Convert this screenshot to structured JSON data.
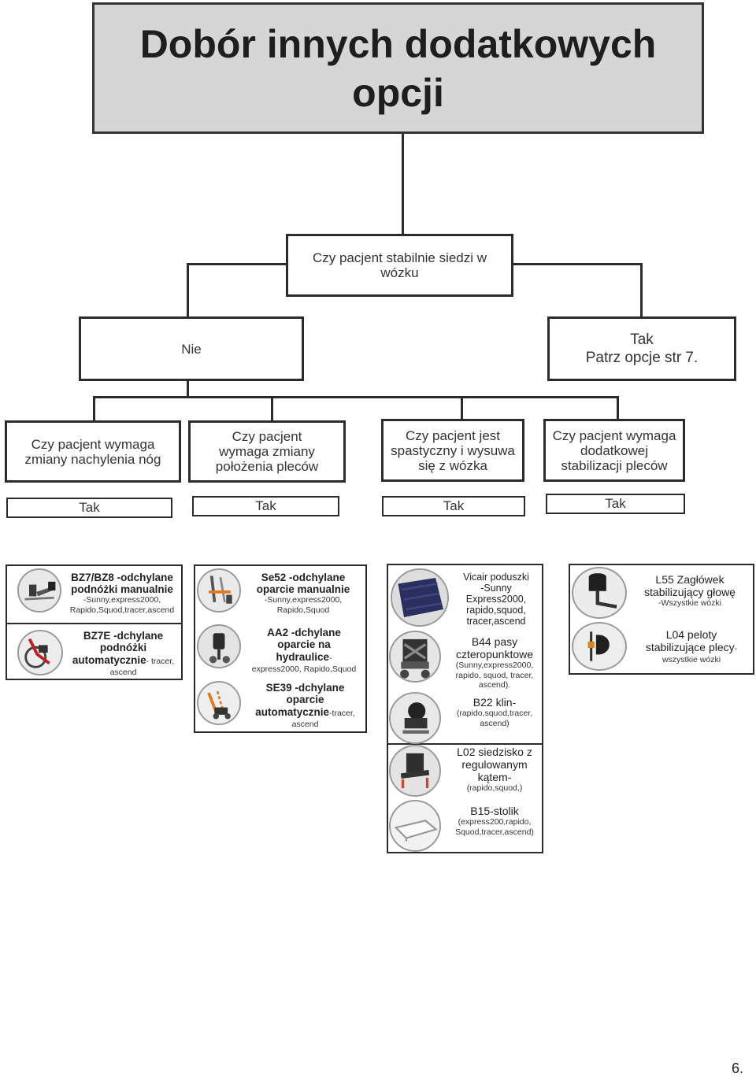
{
  "title": {
    "line1": "Dobór innych dodatkowych",
    "line2": "opcji"
  },
  "question_main": {
    "line1": "Czy  pacjent stabilnie siedzi w",
    "line2": "wózku"
  },
  "answer_no": "Nie",
  "answer_yes": {
    "line1": "Tak",
    "line2": "Patrz opcje str 7."
  },
  "questions": [
    {
      "lines": [
        "Czy pacjent wymaga",
        "zmiany nachylenia  nóg"
      ]
    },
    {
      "lines": [
        "Czy pacjent",
        "wymaga zmiany",
        "położenia pleców"
      ]
    },
    {
      "lines": [
        "Czy pacjent jest",
        "spastyczny i wysuwa",
        "się z wózka"
      ]
    },
    {
      "lines": [
        "Czy pacjent wymaga",
        "dodatkowej",
        "stabilizacji pleców"
      ]
    }
  ],
  "tak_labels": [
    "Tak",
    "Tak",
    "Tak",
    "Tak"
  ],
  "col1": [
    {
      "title1": "BZ7/BZ8 -odchylane",
      "title2": "podnóżki manualnie",
      "sub1": "-Sunny,express2000,",
      "sub2": "Rapido,Squod,tracer,ascend",
      "icon": "footrest-photo-icon"
    },
    {
      "title1": "BZ7E -dchylane",
      "title2": "podnóżki",
      "title3": "automatycznie",
      "tail": "- tracer,",
      "sub2": "ascend",
      "icon": "power-footrest-photo-icon"
    }
  ],
  "col2": [
    {
      "title1": "Se52 -odchylane",
      "title2": "oparcie manualnie",
      "sub1": "-Sunny,express2000,",
      "sub2": "Rapido,Squod",
      "icon": "manual-recline-photo-icon"
    },
    {
      "title1": "AA2 -dchylane",
      "title2": "oparcie na",
      "title3": "hydraulice",
      "tail": "-",
      "sub2": "express2000, Rapido,Squod",
      "icon": "hydraulic-recline-photo-icon"
    },
    {
      "title1": "SE39 -dchylane",
      "title2": "oparcie",
      "title3": "automatycznie",
      "tail": "-tracer,",
      "sub2": "ascend",
      "icon": "power-recline-photo-icon"
    }
  ],
  "col3": [
    {
      "lines": [
        "Vicair poduszki",
        "-Sunny",
        "Express2000,",
        "rapido,squod,",
        "tracer,ascend"
      ],
      "icon": "cushion-photo-icon"
    },
    {
      "title1": "B44 pasy",
      "title2": "czteropunktowe",
      "sub1": "(Sunny,express2000,",
      "sub2": "rapido, squod, tracer,",
      "sub3": "ascend)."
    },
    {
      "title1": "B22 klin-",
      "sub1": "(rapido,squod,tracer,",
      "sub2": "ascend)"
    },
    {
      "title1": "L02 siedzisko z",
      "title2": "regulowanym",
      "title3": "kątem-",
      "sub1": "(rapido,squod,)"
    },
    {
      "title1": "B15-stolik",
      "sub1": "(express200,rapido,",
      "sub2": "Squod,tracer,ascend)"
    }
  ],
  "col3_icons": [
    "belt-photo-icon",
    "wedge-photo-icon",
    "tilt-seat-photo-icon",
    "tray-photo-icon"
  ],
  "col4": [
    {
      "title1": "L55 Zagłówek",
      "title2": "stabilizujący głowę",
      "sub1": "-Wszystkie wózki",
      "icon": "headrest-photo-icon"
    },
    {
      "title1": "L04 peloty",
      "title2": "stabilizujące plecy",
      "tail": "-",
      "sub1": "wszystkie wózki",
      "icon": "lateral-support-photo-icon"
    }
  ],
  "page_number": "6.",
  "colors": {
    "title_bg": "#d6d6d6",
    "border": "#2b2b2b",
    "text": "#333333"
  }
}
